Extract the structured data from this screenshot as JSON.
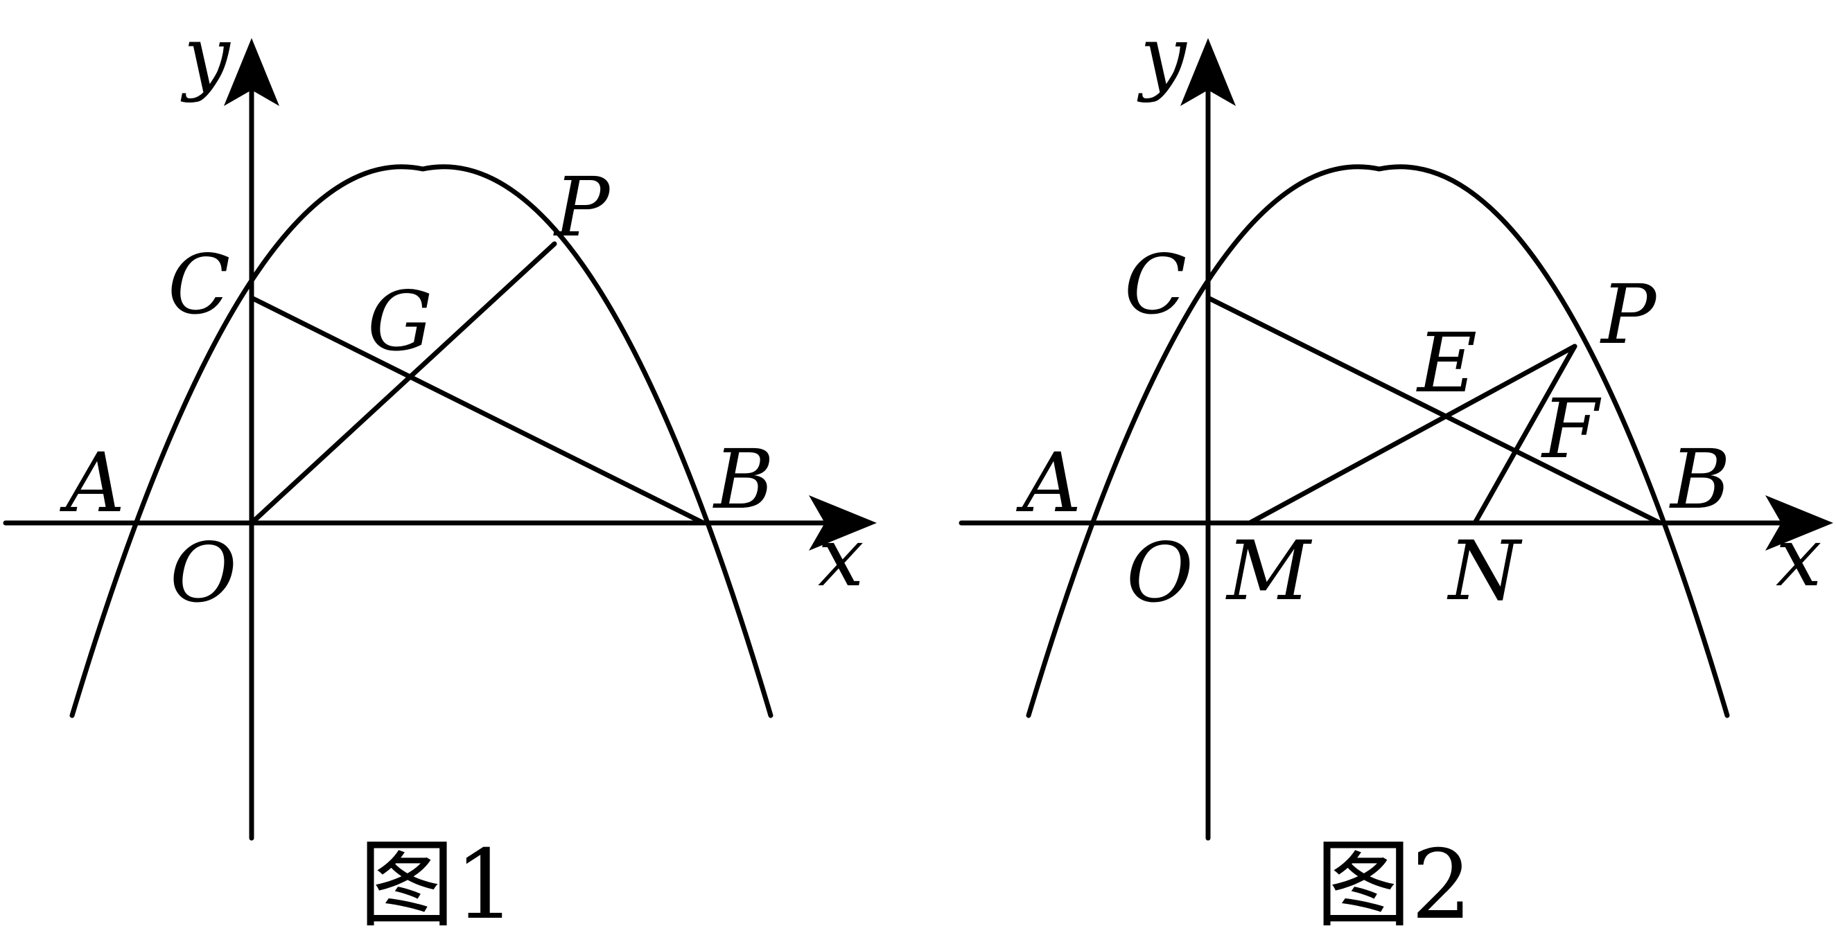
{
  "figures": [
    {
      "caption": "图1",
      "labels": {
        "y": "y",
        "x": "x",
        "O": "O",
        "A": "A",
        "B": "B",
        "C": "C",
        "P": "P",
        "G": "G"
      }
    },
    {
      "caption": "图2",
      "labels": {
        "y": "y",
        "x": "x",
        "O": "O",
        "A": "A",
        "B": "B",
        "C": "C",
        "P": "P",
        "E": "E",
        "F": "F",
        "M": "M",
        "N": "N"
      }
    }
  ]
}
